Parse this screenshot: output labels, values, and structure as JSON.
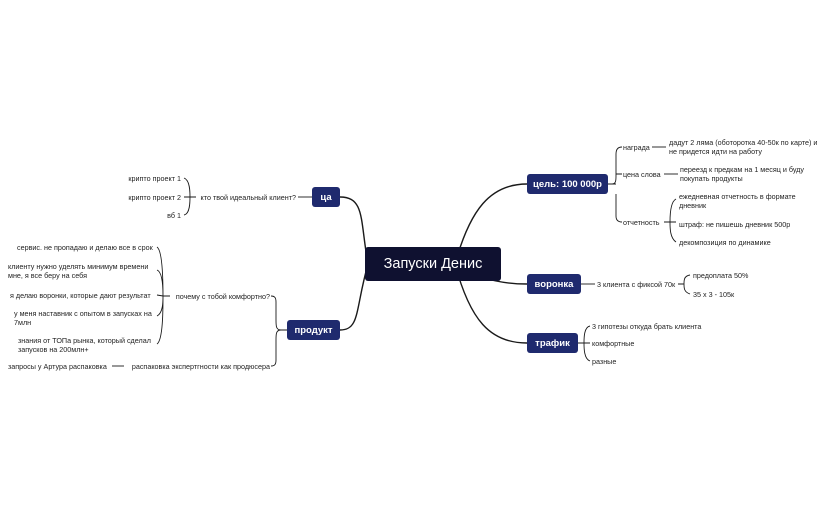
{
  "root": {
    "label": "Запуски Денис"
  },
  "branches": {
    "goal": {
      "label": "цель: 100 000р",
      "reward": {
        "label": "награда",
        "detail": "дадут 2 ляма (оботоротка 40-50к по карте) и не придется идти на работу"
      },
      "word_price": {
        "label": "цена слова",
        "detail": "переезд к предкам на 1 месяц и буду покупать продукты"
      },
      "report": {
        "label": "отчетность",
        "items": [
          "ежедневная отчетность в формате дневник",
          "штраф: не пишешь дневник 500р",
          "декомпозиция по динамике"
        ]
      }
    },
    "funnel": {
      "label": "воронка",
      "sub": {
        "label": "3 клиента с фиксой 70к",
        "items": [
          "предоплата 50%",
          "35 х 3 - 105к"
        ]
      }
    },
    "traffic": {
      "label": "трафик",
      "items": [
        "3 гипотезы откуда брать клиента",
        "комфортные",
        "разные"
      ]
    },
    "ca": {
      "label": "ца",
      "sub": {
        "label": "кто твой идеальный клиент?",
        "items": [
          "крипто проект 1",
          "крипто проект 2",
          "вб 1"
        ]
      }
    },
    "product": {
      "label": "продукт",
      "comfort": {
        "label": "почему с тобой комфортно?",
        "items": [
          "сервис. не пропадаю и делаю все в срок",
          "клиенту нужно уделять минимум времени мне, я все беру на себя",
          "я делаю воронки, которые дают результат",
          "у меня наставник с опытом в запусках на 7млн",
          "знания от ТОПа рынка, который сделал запусков на 200млн+"
        ]
      },
      "unpack": {
        "label": "распаковка экспертгности как продюсера",
        "detail": "запросы у Артура распаковка"
      }
    }
  },
  "colors": {
    "node": "#1f2a6e",
    "root": "#0f1130",
    "line": "#1a1a1a",
    "text": "#1f1f1f"
  }
}
